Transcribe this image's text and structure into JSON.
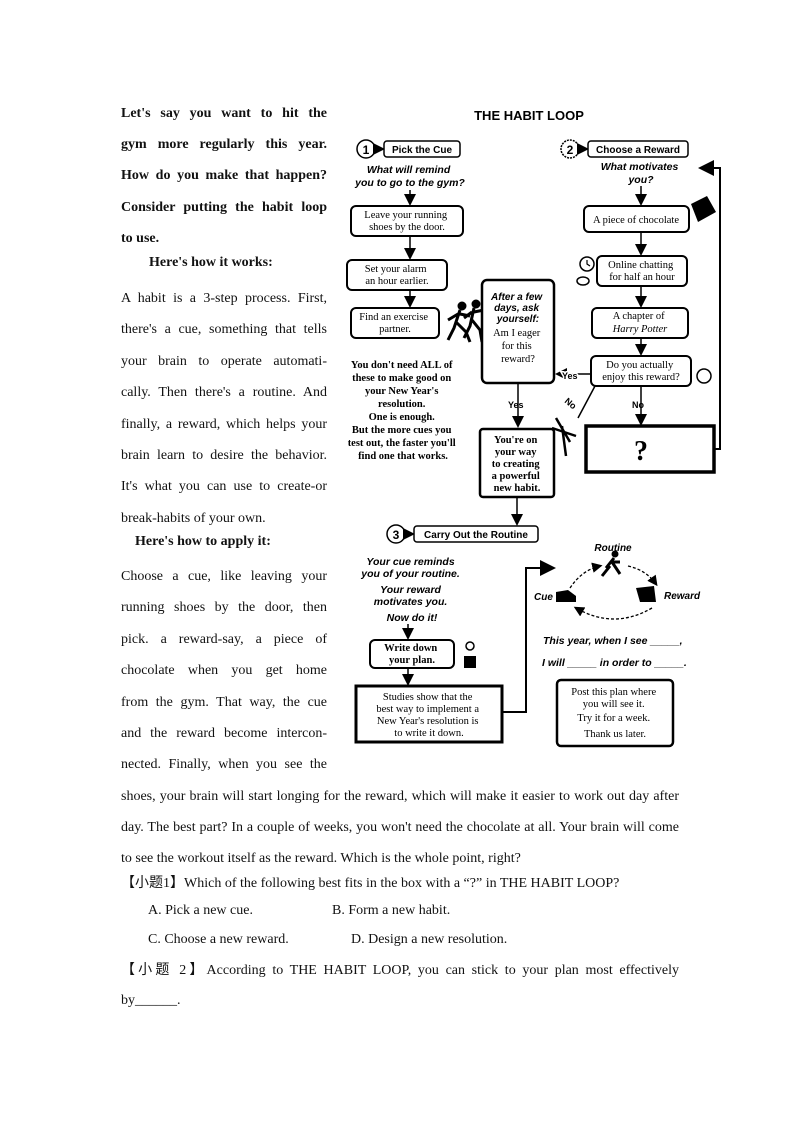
{
  "left_column": {
    "intro": [
      "Let's say you want to hit the",
      "gym more regularly this year.",
      "How do you make that happen?",
      "Consider putting the habit loop",
      "to use."
    ],
    "how_it_works_heading": "Here's how it works:",
    "how_it_works": [
      "A habit is a 3-step process. First,",
      "there's a cue, something that tells",
      "your brain to operate automati-",
      "cally. Then there's a routine. And",
      "finally, a reward, which helps your",
      "brain learn to desire the behavior.",
      "It's what you can use to create-or",
      "break-habits of your own."
    ],
    "apply_heading": "Here's how to apply it:",
    "apply": [
      "Choose a cue, like leaving your",
      "running shoes by the door, then",
      "pick. a reward-say, a piece of",
      "chocolate when you get home",
      "from the gym. That way, the cue",
      "and the reward become intercon-",
      "nected. Finally, when you see the"
    ]
  },
  "continued": [
    "shoes, your brain will start longing for the reward, which will make it easier to work out day after",
    "day. The best part? In a couple of weeks, you won't need the chocolate at all. Your brain will come",
    "to see the workout itself as the reward. Which is the whole point, right?"
  ],
  "questions": {
    "q1": "【小题1】Which of the following best fits in the box with a “?” in THE HABIT LOOP?",
    "q1_options": {
      "a": "A. Pick a new cue.",
      "b": "B. Form a new habit.",
      "c": "C. Choose a new reward.",
      "d": "D. Design a new resolution."
    },
    "q2": "【小题 2】According to THE HABIT LOOP, you can stick to your plan most effectively",
    "q2_blank": "by______."
  },
  "diagram": {
    "title": "THE HABIT LOOP",
    "step1_num": "1",
    "step1": "Pick the Cue",
    "q_cue": [
      "What will remind",
      "you to go to the gym?"
    ],
    "cue_box1": [
      "Leave your running",
      "shoes by the door."
    ],
    "cue_box2": [
      "Set your alarm",
      "an hour earlier."
    ],
    "cue_box3": [
      "Find an exercise",
      "partner."
    ],
    "advice": [
      "You don't need ALL of",
      "these to make good on",
      "your New Year's",
      "resolution.",
      "One is enough.",
      "But the more cues you",
      "test out, the faster you'll",
      "find one that works."
    ],
    "step2_num": "2",
    "step2": "Choose a Reward",
    "q_reward": [
      "What motivates",
      "you?"
    ],
    "reward_box1": "A piece of chocolate",
    "reward_box2": [
      "Online chatting",
      "for half an hour"
    ],
    "reward_box3": [
      "A chapter of",
      "Harry Potter"
    ],
    "reward_check": [
      "Do you actually",
      "enjoy this reward?"
    ],
    "after_days": [
      "After a few",
      "days, ask",
      "yourself:"
    ],
    "eager": [
      "Am I eager",
      "for this",
      "reward?"
    ],
    "yes1": "Yes",
    "yes2": "Yes",
    "no1": "No",
    "no2": "No",
    "question_box": "?",
    "on_your_way": [
      "You're on",
      "your way",
      "to creating",
      "a powerful",
      "new habit."
    ],
    "step3_num": "3",
    "step3": "Carry Out the Routine",
    "routine_text": [
      "Your cue reminds",
      "you of your routine.",
      "Your reward",
      "motivates you.",
      "Now do it!"
    ],
    "write_plan": [
      "Write down",
      "your plan."
    ],
    "studies": [
      "Studies show that the",
      "best way to implement a",
      "New Year's resolution is",
      "to write it down."
    ],
    "loop_routine": "Routine",
    "loop_cue": "Cue",
    "loop_reward": "Reward",
    "plan_line1": "This year, when I see _____,",
    "plan_line2": "I will _____ in order to _____.",
    "post_plan": [
      "Post this plan where",
      "you will see it.",
      "Try it for a week.",
      "Thank us later."
    ]
  }
}
